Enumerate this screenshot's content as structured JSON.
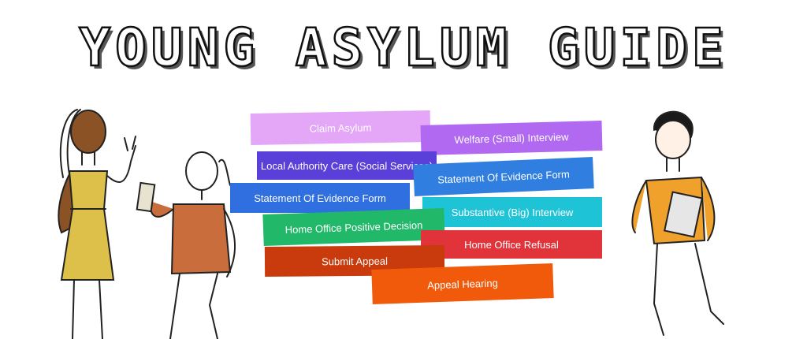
{
  "title": "YOUNG ASYLUM GUIDE",
  "steps": [
    {
      "label": "Claim Asylum",
      "color": "#e4a6f7"
    },
    {
      "label": "Welfare (Small) Interview",
      "color": "#b069f0"
    },
    {
      "label": "Local Authority Care (Social Services)",
      "color": "#5a3fd9"
    },
    {
      "label": "Statement Of Evidence Form",
      "color": "#2f6fe0"
    },
    {
      "label": "Statement Of Evidence Form",
      "color": "#2f7ee0"
    },
    {
      "label": "Substantive (Big) Interview",
      "color": "#1fc3d6"
    },
    {
      "label": "Home Office Positive Decision",
      "color": "#22b86a"
    },
    {
      "label": "Home Office Refusal",
      "color": "#e0343a"
    },
    {
      "label": "Submit Appeal",
      "color": "#c93a0c"
    },
    {
      "label": "Appeal Hearing",
      "color": "#f05a0a"
    }
  ]
}
